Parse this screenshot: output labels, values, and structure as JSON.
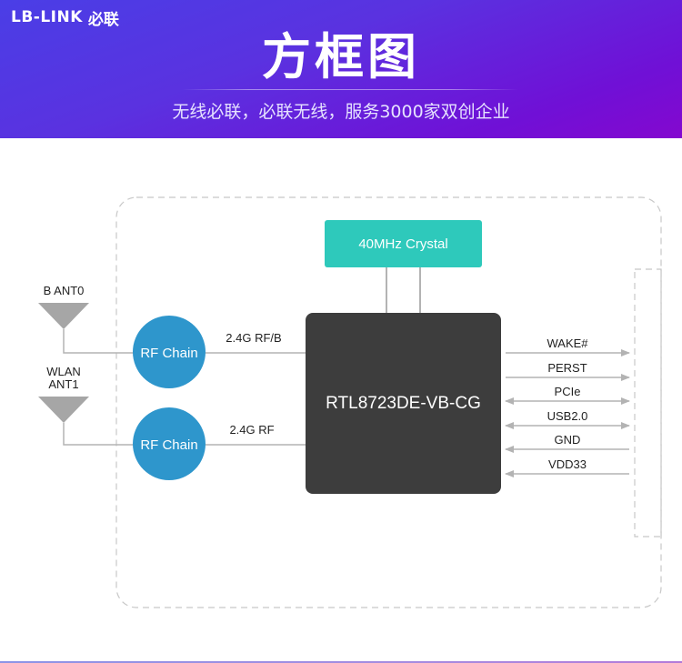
{
  "header": {
    "logo_text": "LB-LINK",
    "logo_cn": "必联",
    "title": "方框图",
    "subtitle": "无线必联，必联无线，服务3000家双创企业"
  },
  "colors": {
    "header_gradient_start": "#4a3ee6",
    "header_gradient_end": "#8408cf",
    "crystal_fill": "#2ec9bb",
    "chip_fill": "#3d3d3d",
    "rf_chain_fill": "#2e96cc",
    "antenna_fill": "#a6a6a6",
    "line": "#b3b3b3",
    "dashed_border": "#c8c8c8"
  },
  "diagram": {
    "crystal": {
      "label": "40MHz Crystal"
    },
    "chip": {
      "label": "RTL8723DE-VB-CG"
    },
    "antennas": [
      {
        "label_lines": [
          "B ANT0"
        ]
      },
      {
        "label_lines": [
          "WLAN",
          "ANT1"
        ]
      }
    ],
    "rf_chains": [
      {
        "label": "RF Chain",
        "link_label": "2.4G RF/B"
      },
      {
        "label": "RF Chain",
        "link_label": "2.4G RF"
      }
    ],
    "signals": [
      {
        "label": "WAKE#",
        "direction": "out"
      },
      {
        "label": "PERST",
        "direction": "out"
      },
      {
        "label": "PCIe",
        "direction": "bidirectional"
      },
      {
        "label": "USB2.0",
        "direction": "bidirectional"
      },
      {
        "label": "GND",
        "direction": "in"
      },
      {
        "label": "VDD33",
        "direction": "in"
      }
    ]
  }
}
